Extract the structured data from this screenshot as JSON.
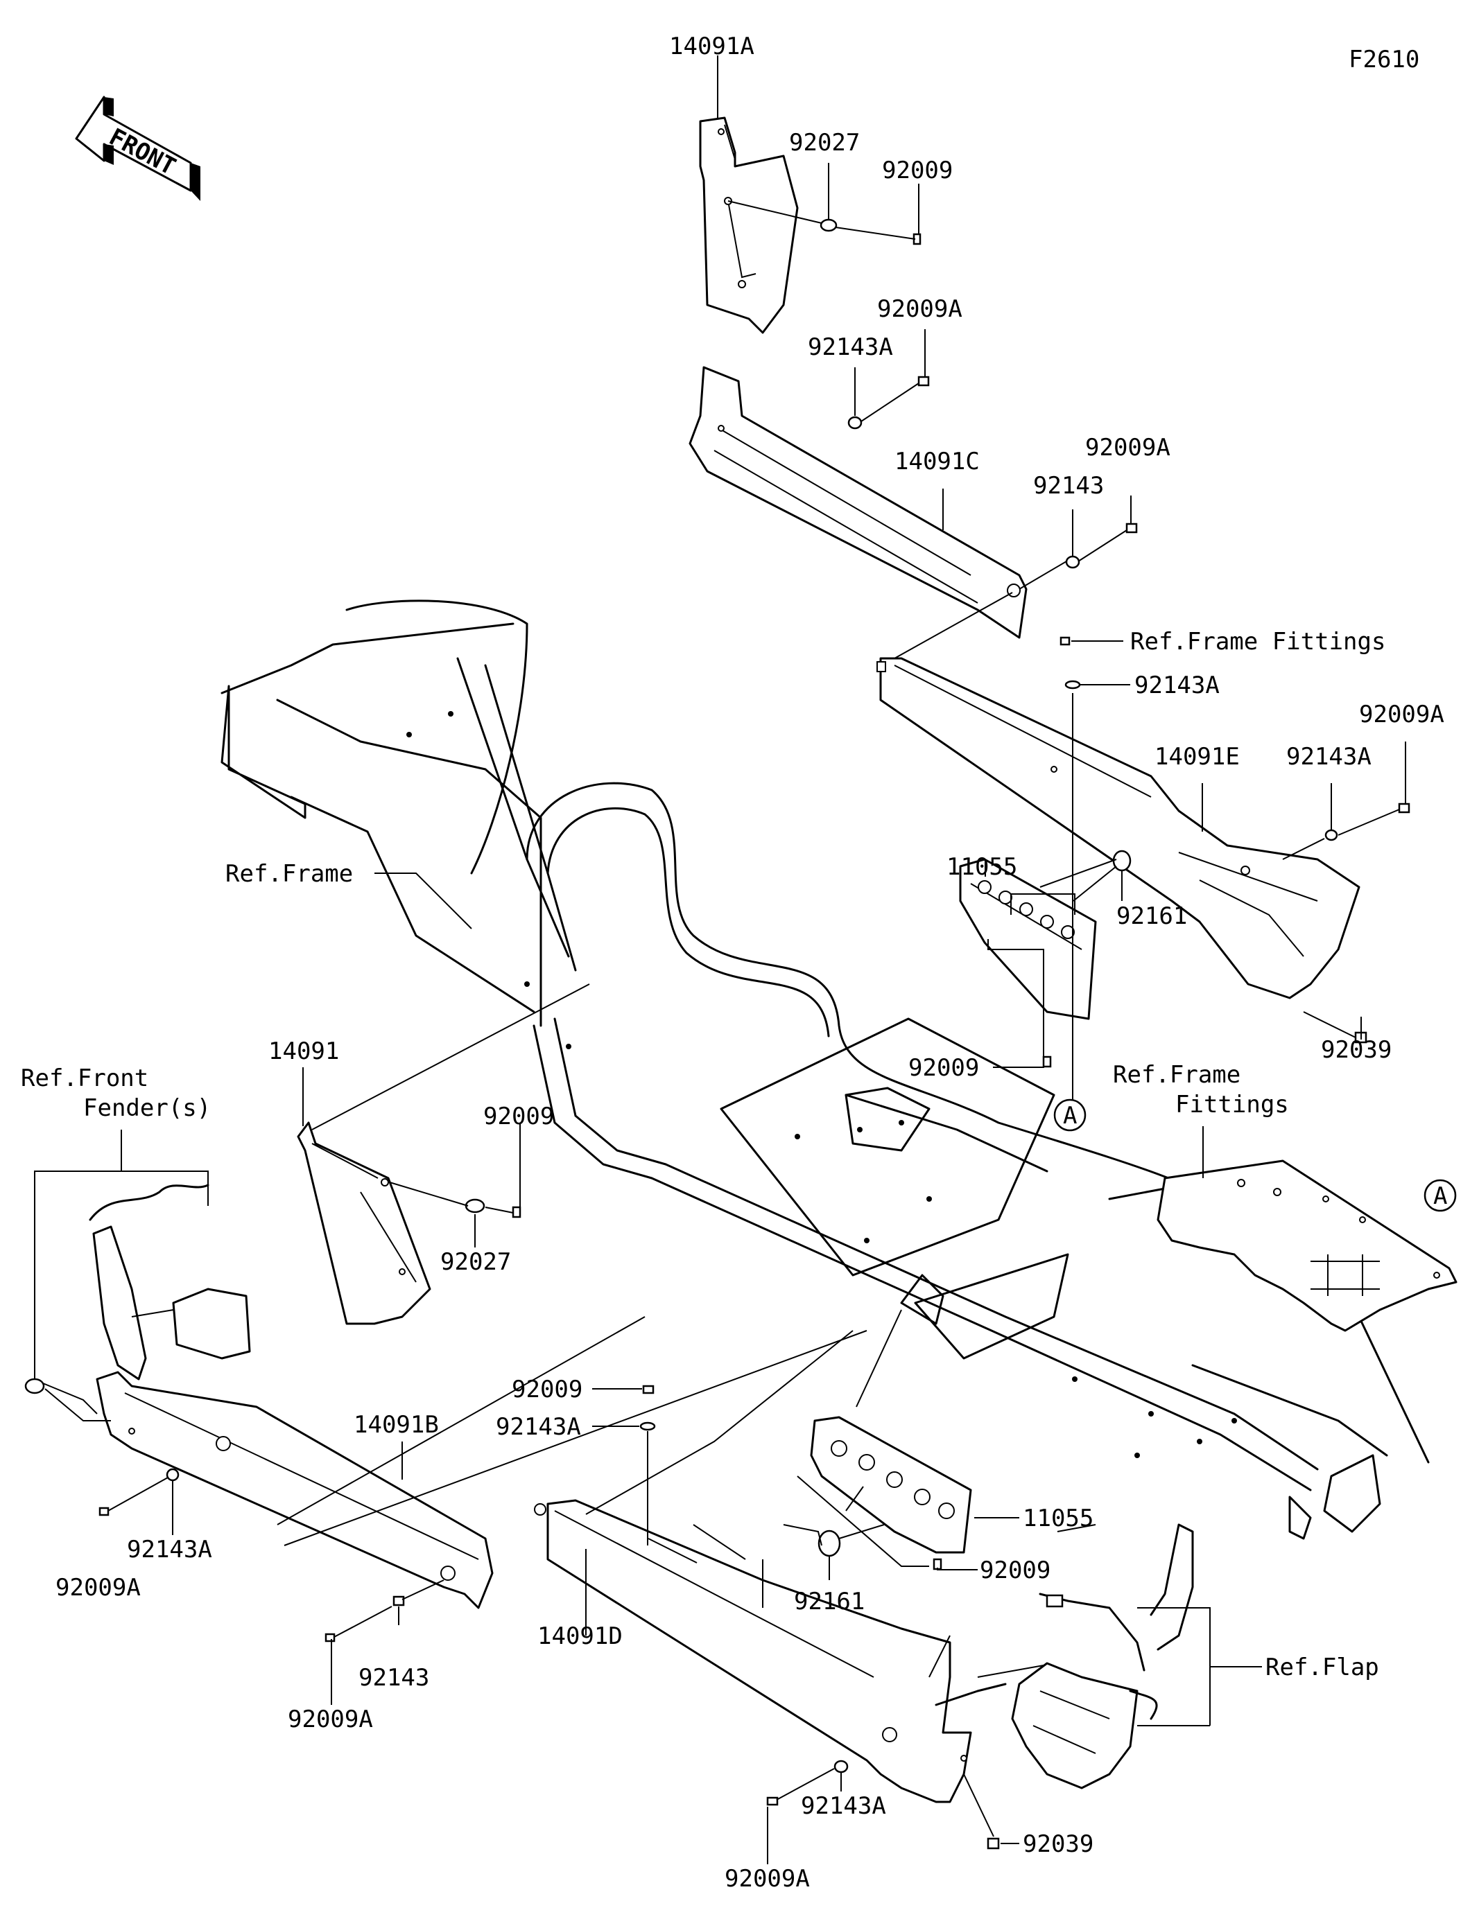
{
  "figure_code": "F2610",
  "front_arrow_text": "FRONT",
  "callout": {
    "A1": "A",
    "A2": "A"
  },
  "labels": {
    "p14091A": "14091A",
    "p92027_top": "92027",
    "p92009_top": "92009",
    "p92009A_1": "92009A",
    "p92143A_1": "92143A",
    "p14091C": "14091C",
    "p92009A_2": "92009A",
    "p92143_1": "92143",
    "ref_frame_fittings_1": "Ref.Frame Fittings",
    "p92143A_2": "92143A",
    "p92009A_3": "92009A",
    "p92143A_3": "92143A",
    "p14091E": "14091E",
    "p11055_top": "11055",
    "p92161_top": "92161",
    "p92039_top": "92039",
    "p92009_mid": "92009",
    "ref_frame": "Ref.Frame",
    "p14091": "14091",
    "p92009_left": "92009",
    "p92027_left": "92027",
    "ref_front_fender_1": "Ref.Front",
    "ref_front_fender_2": "Fender(s)",
    "ref_frame_fittings_2a": "Ref.Frame",
    "ref_frame_fittings_2b": "Fittings",
    "p14091B": "14091B",
    "p92143A_4": "92143A",
    "p92009A_4": "92009A",
    "p92143_2": "92143",
    "p92009A_5": "92009A",
    "p92009_bot": "92009",
    "p92143A_5": "92143A",
    "p11055_bot": "11055",
    "p92009_bot2": "92009",
    "p92161_bot": "92161",
    "p14091D": "14091D",
    "ref_flap": "Ref.Flap",
    "p92143A_6": "92143A",
    "p92009A_6": "92009A",
    "p92039_bot": "92039"
  }
}
